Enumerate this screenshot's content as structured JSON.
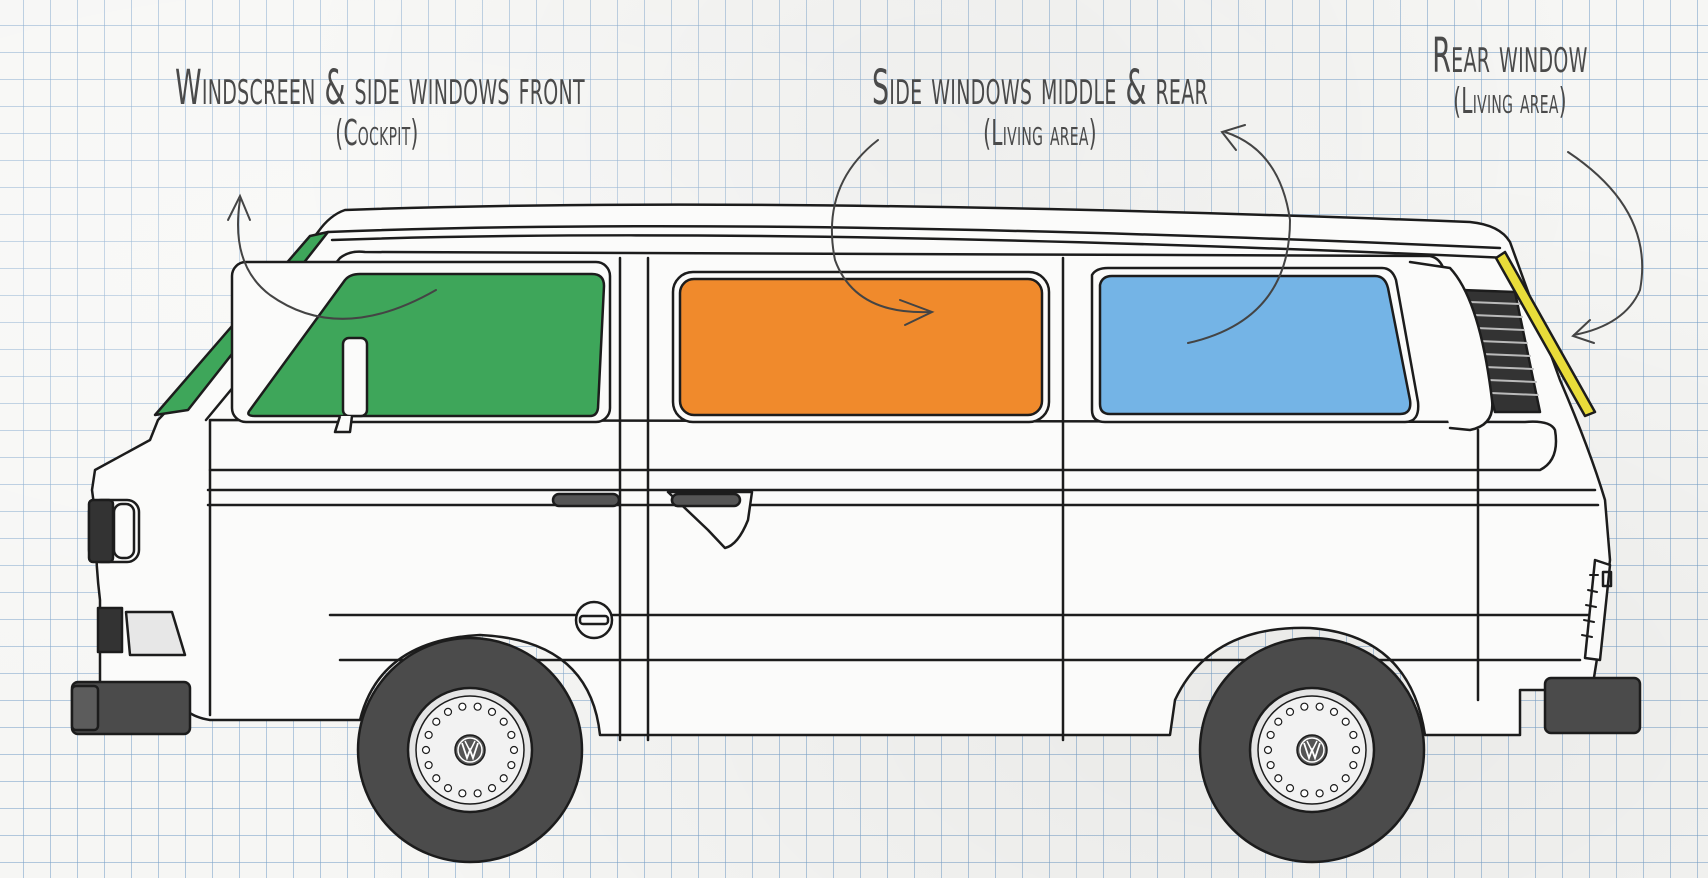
{
  "labels": {
    "front": {
      "title": "Windscreen & side windows front",
      "subtitle": "(Cockpit)"
    },
    "middle": {
      "title": "Side windows middle & rear",
      "subtitle": "(Living area)"
    },
    "rear": {
      "title": "Rear window",
      "subtitle": "(Living area)"
    }
  },
  "colors": {
    "front_windows": "#3ea65a",
    "middle_window": "#f08a2c",
    "rear_side_window": "#74b4e6",
    "rear_window": "#e8dc3a",
    "outline": "#1c1c1c",
    "body": "#fbfbfa",
    "tyre": "#4b4b4b",
    "text": "#4a4a4a"
  },
  "icons": [
    "vw-logo-icon",
    "curved-arrow-icon"
  ]
}
